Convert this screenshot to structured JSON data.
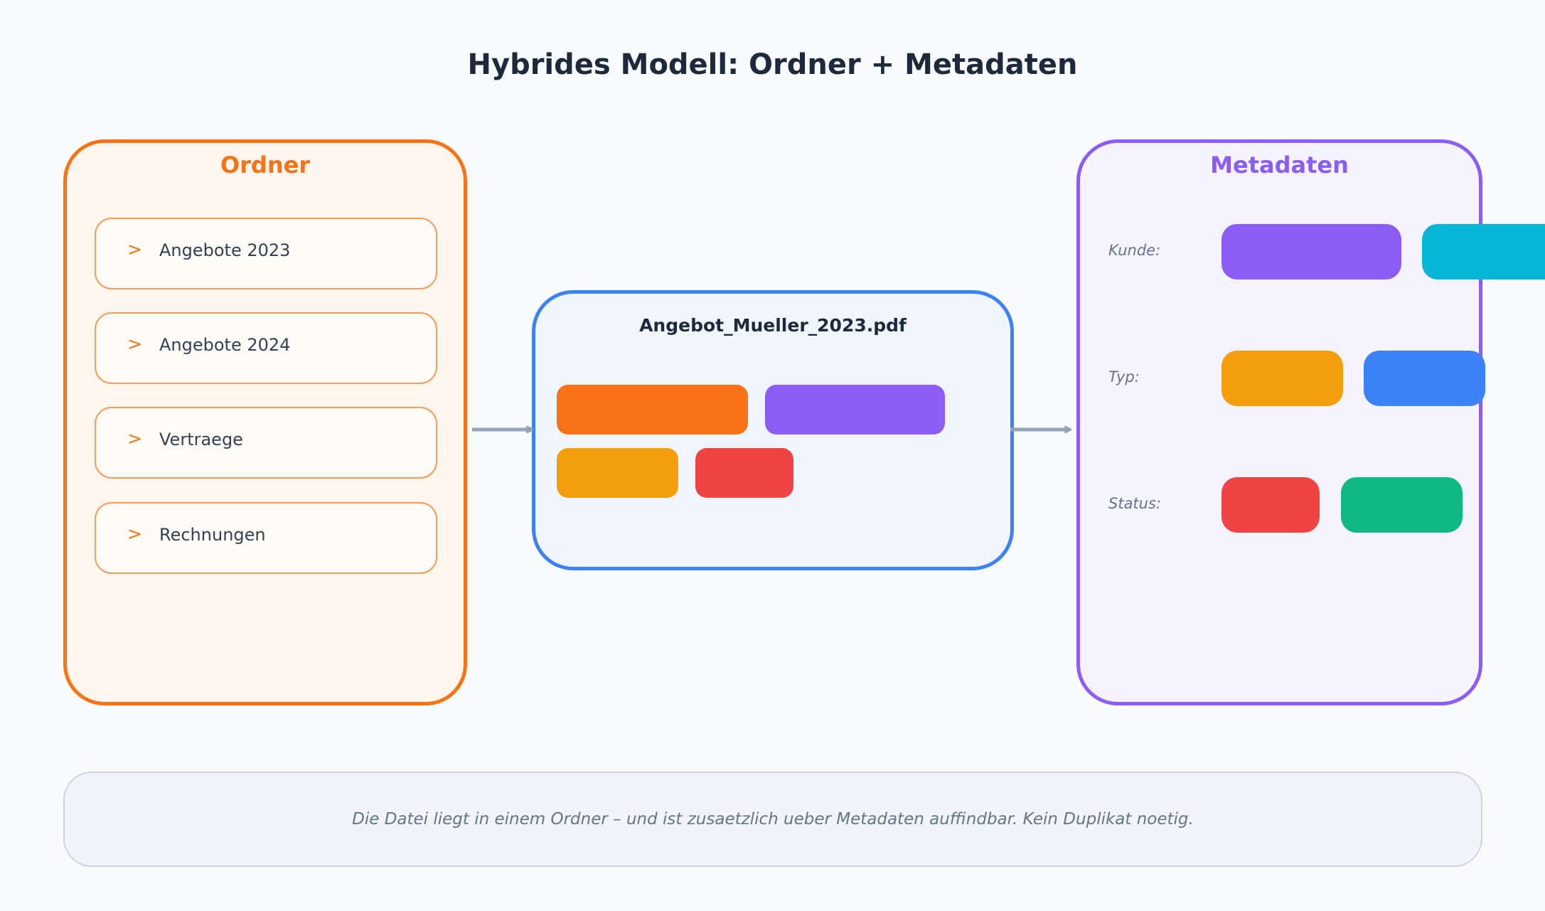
{
  "title": "Hybrides Modell: Ordner + Metadaten",
  "folders": {
    "title": "Ordner",
    "color": "#f97316",
    "chevron": ">",
    "items": [
      {
        "label": "Angebote 2023"
      },
      {
        "label": "Angebote 2024"
      },
      {
        "label": "Vertraege"
      },
      {
        "label": "Rechnungen"
      }
    ]
  },
  "file": {
    "name": "Angebot_Mueller_2023.pdf",
    "tag_colors": [
      "#f97316",
      "#8b5cf6",
      "#f59e0b",
      "#ef4444"
    ]
  },
  "metadata": {
    "title": "Metadaten",
    "color": "#8b5cf6",
    "rows": [
      {
        "label": "Kunde:",
        "tag_colors": [
          "#8b5cf6",
          "#06b6d4"
        ]
      },
      {
        "label": "Typ:",
        "tag_colors": [
          "#f59e0b",
          "#3b82f6"
        ]
      },
      {
        "label": "Status:",
        "tag_colors": [
          "#ef4444",
          "#10b981"
        ]
      }
    ]
  },
  "note": "Die Datei liegt in einem Ordner – und ist zusaetzlich ueber Metadaten auffindbar. Kein Duplikat noetig."
}
